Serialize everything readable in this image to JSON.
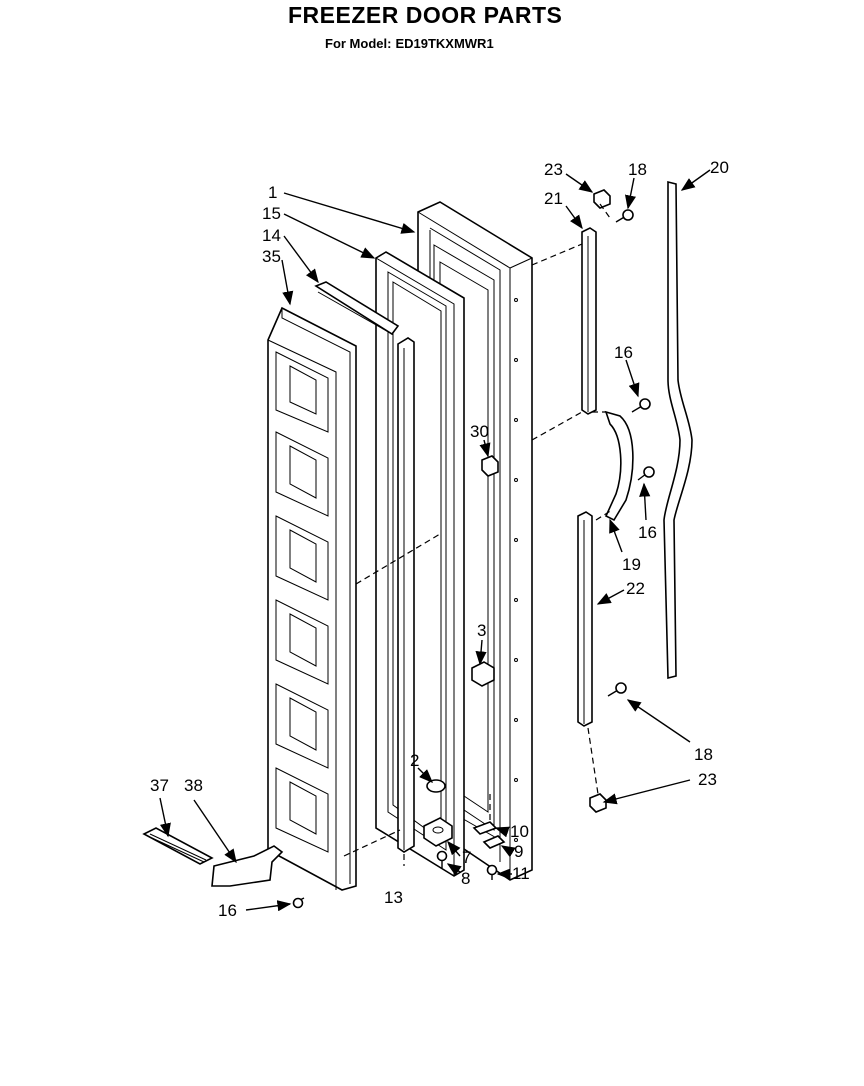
{
  "header": {
    "title": "FREEZER DOOR PARTS",
    "model_prefix": "For Model:",
    "model_number": "ED19TKXMWR1"
  },
  "callouts": {
    "c1": "1",
    "c15": "15",
    "c14": "14",
    "c35": "35",
    "c23a": "23",
    "c18a": "18",
    "c20": "20",
    "c21": "21",
    "c16a": "16",
    "c30": "30",
    "c16b": "16",
    "c19": "19",
    "c22": "22",
    "c3": "3",
    "c18b": "18",
    "c23b": "23",
    "c2": "2",
    "c10": "10",
    "c9": "9",
    "c7": "7",
    "c8": "8",
    "c11": "11",
    "c13": "13",
    "c37": "37",
    "c38": "38",
    "c16c": "16"
  }
}
